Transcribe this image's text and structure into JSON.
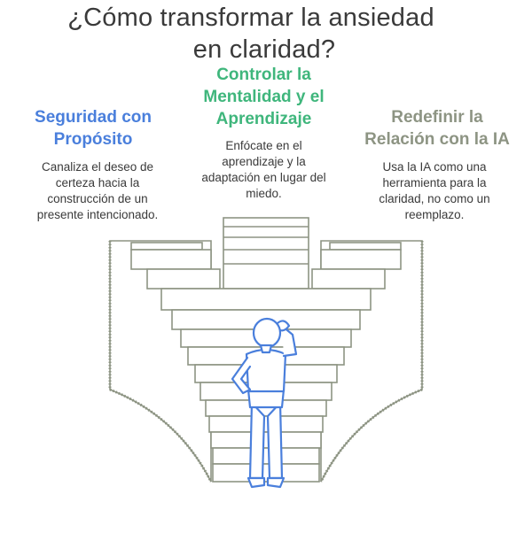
{
  "title_lines": [
    "¿Cómo transformar la ansiedad",
    "en claridad?"
  ],
  "columns": [
    {
      "heading_lines": [
        "Seguridad con",
        "Propósito"
      ],
      "body_lines": [
        "Canaliza el deseo de",
        "certeza hacia la",
        "construcción de un",
        "presente intencionado."
      ],
      "color": "#4a7fdc"
    },
    {
      "heading_lines": [
        "Controlar la",
        "Mentalidad y el",
        "Aprendizaje"
      ],
      "body_lines": [
        "Enfócate en el",
        "aprendizaje y la",
        "adaptación en lugar del",
        "miedo."
      ],
      "color": "#3fb67c"
    },
    {
      "heading_lines": [
        "Redefinir la",
        "Relación con la IA"
      ],
      "body_lines": [
        "Usa la IA como una",
        "herramienta para la",
        "claridad, no como un",
        "reemplazo."
      ],
      "color": "#8d9483"
    }
  ],
  "colors": {
    "stairs_stroke": "#8d9483",
    "figure_stroke": "#4a7fdc",
    "title": "#3a3a3a",
    "body": "#3a3a3a"
  }
}
